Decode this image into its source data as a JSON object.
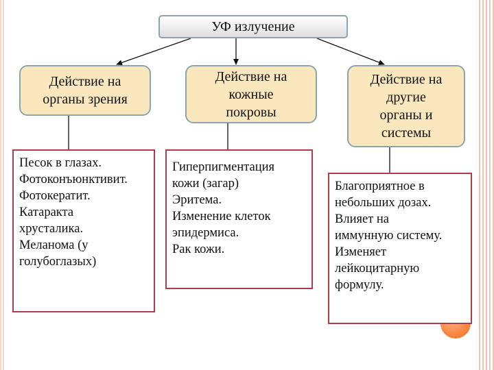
{
  "root": {
    "label": "УФ излучение"
  },
  "categories": [
    {
      "label": "Действие на\nорганы зрения"
    },
    {
      "label": "Действие на\nкожные\nпокровы"
    },
    {
      "label": "Действие на\nдругие\nорганы и\nсистемы"
    }
  ],
  "details": [
    {
      "text": "Песок в глазах.\nФотоконъюнктивит.\nФотокератит.\nКатаракта\nхрусталика.\nМеланома (у\nголубоглазых)"
    },
    {
      "text": "Гиперпигментация\nкожи (загар)\nЭритема.\nИзменение клеток\nэпидермиса.\nРак кожи."
    },
    {
      "text": "Благоприятное в\nнебольших дозах.\nВлияет на\nиммунную систему.\nИзменяет\nлейкоцитарную\nформулу."
    }
  ],
  "colors": {
    "category_fill": "#fbe7bd",
    "box_border": "#8aa5ad",
    "detail_border": "#b23a4a",
    "accent_circle": "#f7863f",
    "stripes": "#f2c3b3"
  }
}
